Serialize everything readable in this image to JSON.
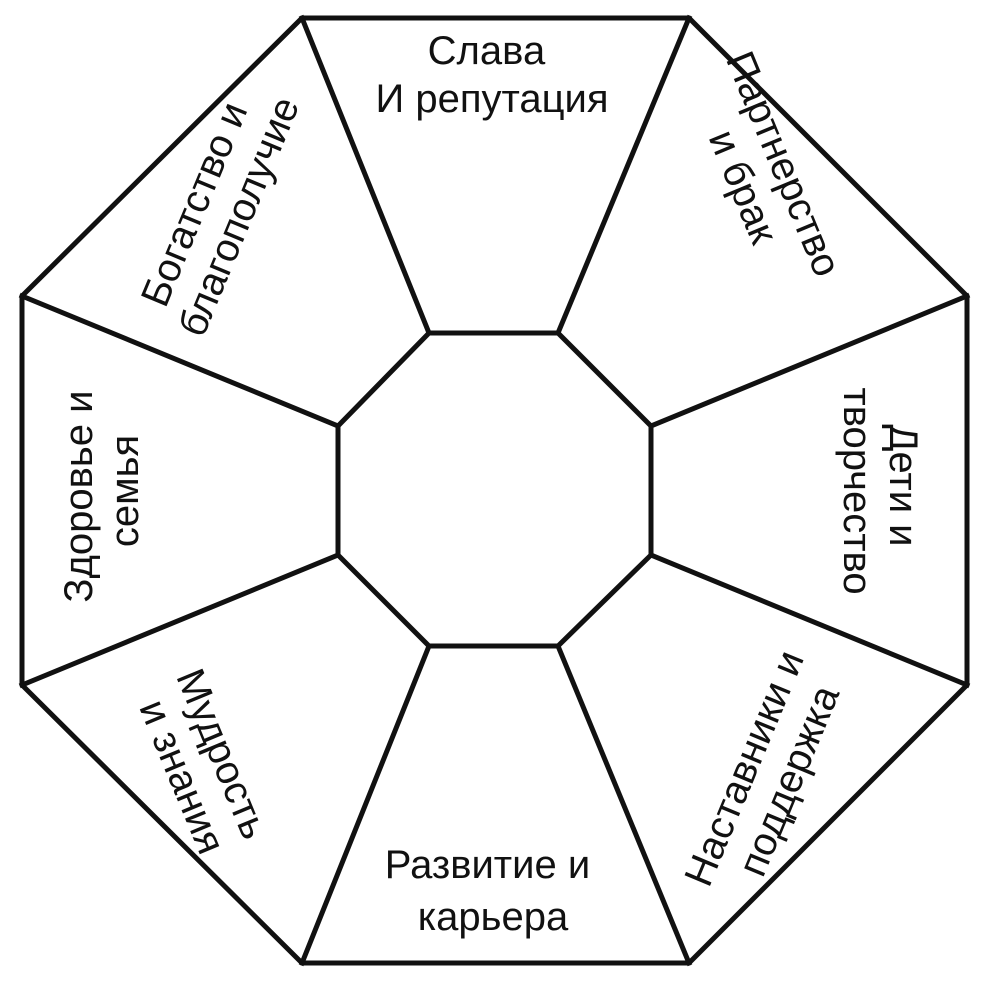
{
  "diagram": {
    "sectors": [
      {
        "id": "top",
        "lines": [
          "Слава",
          "И репутация"
        ]
      },
      {
        "id": "top-right",
        "lines": [
          "Партнерство",
          "и брак"
        ]
      },
      {
        "id": "right",
        "lines": [
          "Дети и",
          "творчество"
        ]
      },
      {
        "id": "bottom-right",
        "lines": [
          "Наставники и",
          "поддержка"
        ]
      },
      {
        "id": "bottom",
        "lines": [
          "Развитие и",
          "карьера"
        ]
      },
      {
        "id": "bottom-left",
        "lines": [
          "Мудрость",
          "и знания"
        ]
      },
      {
        "id": "left",
        "lines": [
          "Здоровье и",
          "семья"
        ]
      },
      {
        "id": "top-left",
        "lines": [
          "Богатство и",
          "благополучие"
        ]
      }
    ]
  }
}
